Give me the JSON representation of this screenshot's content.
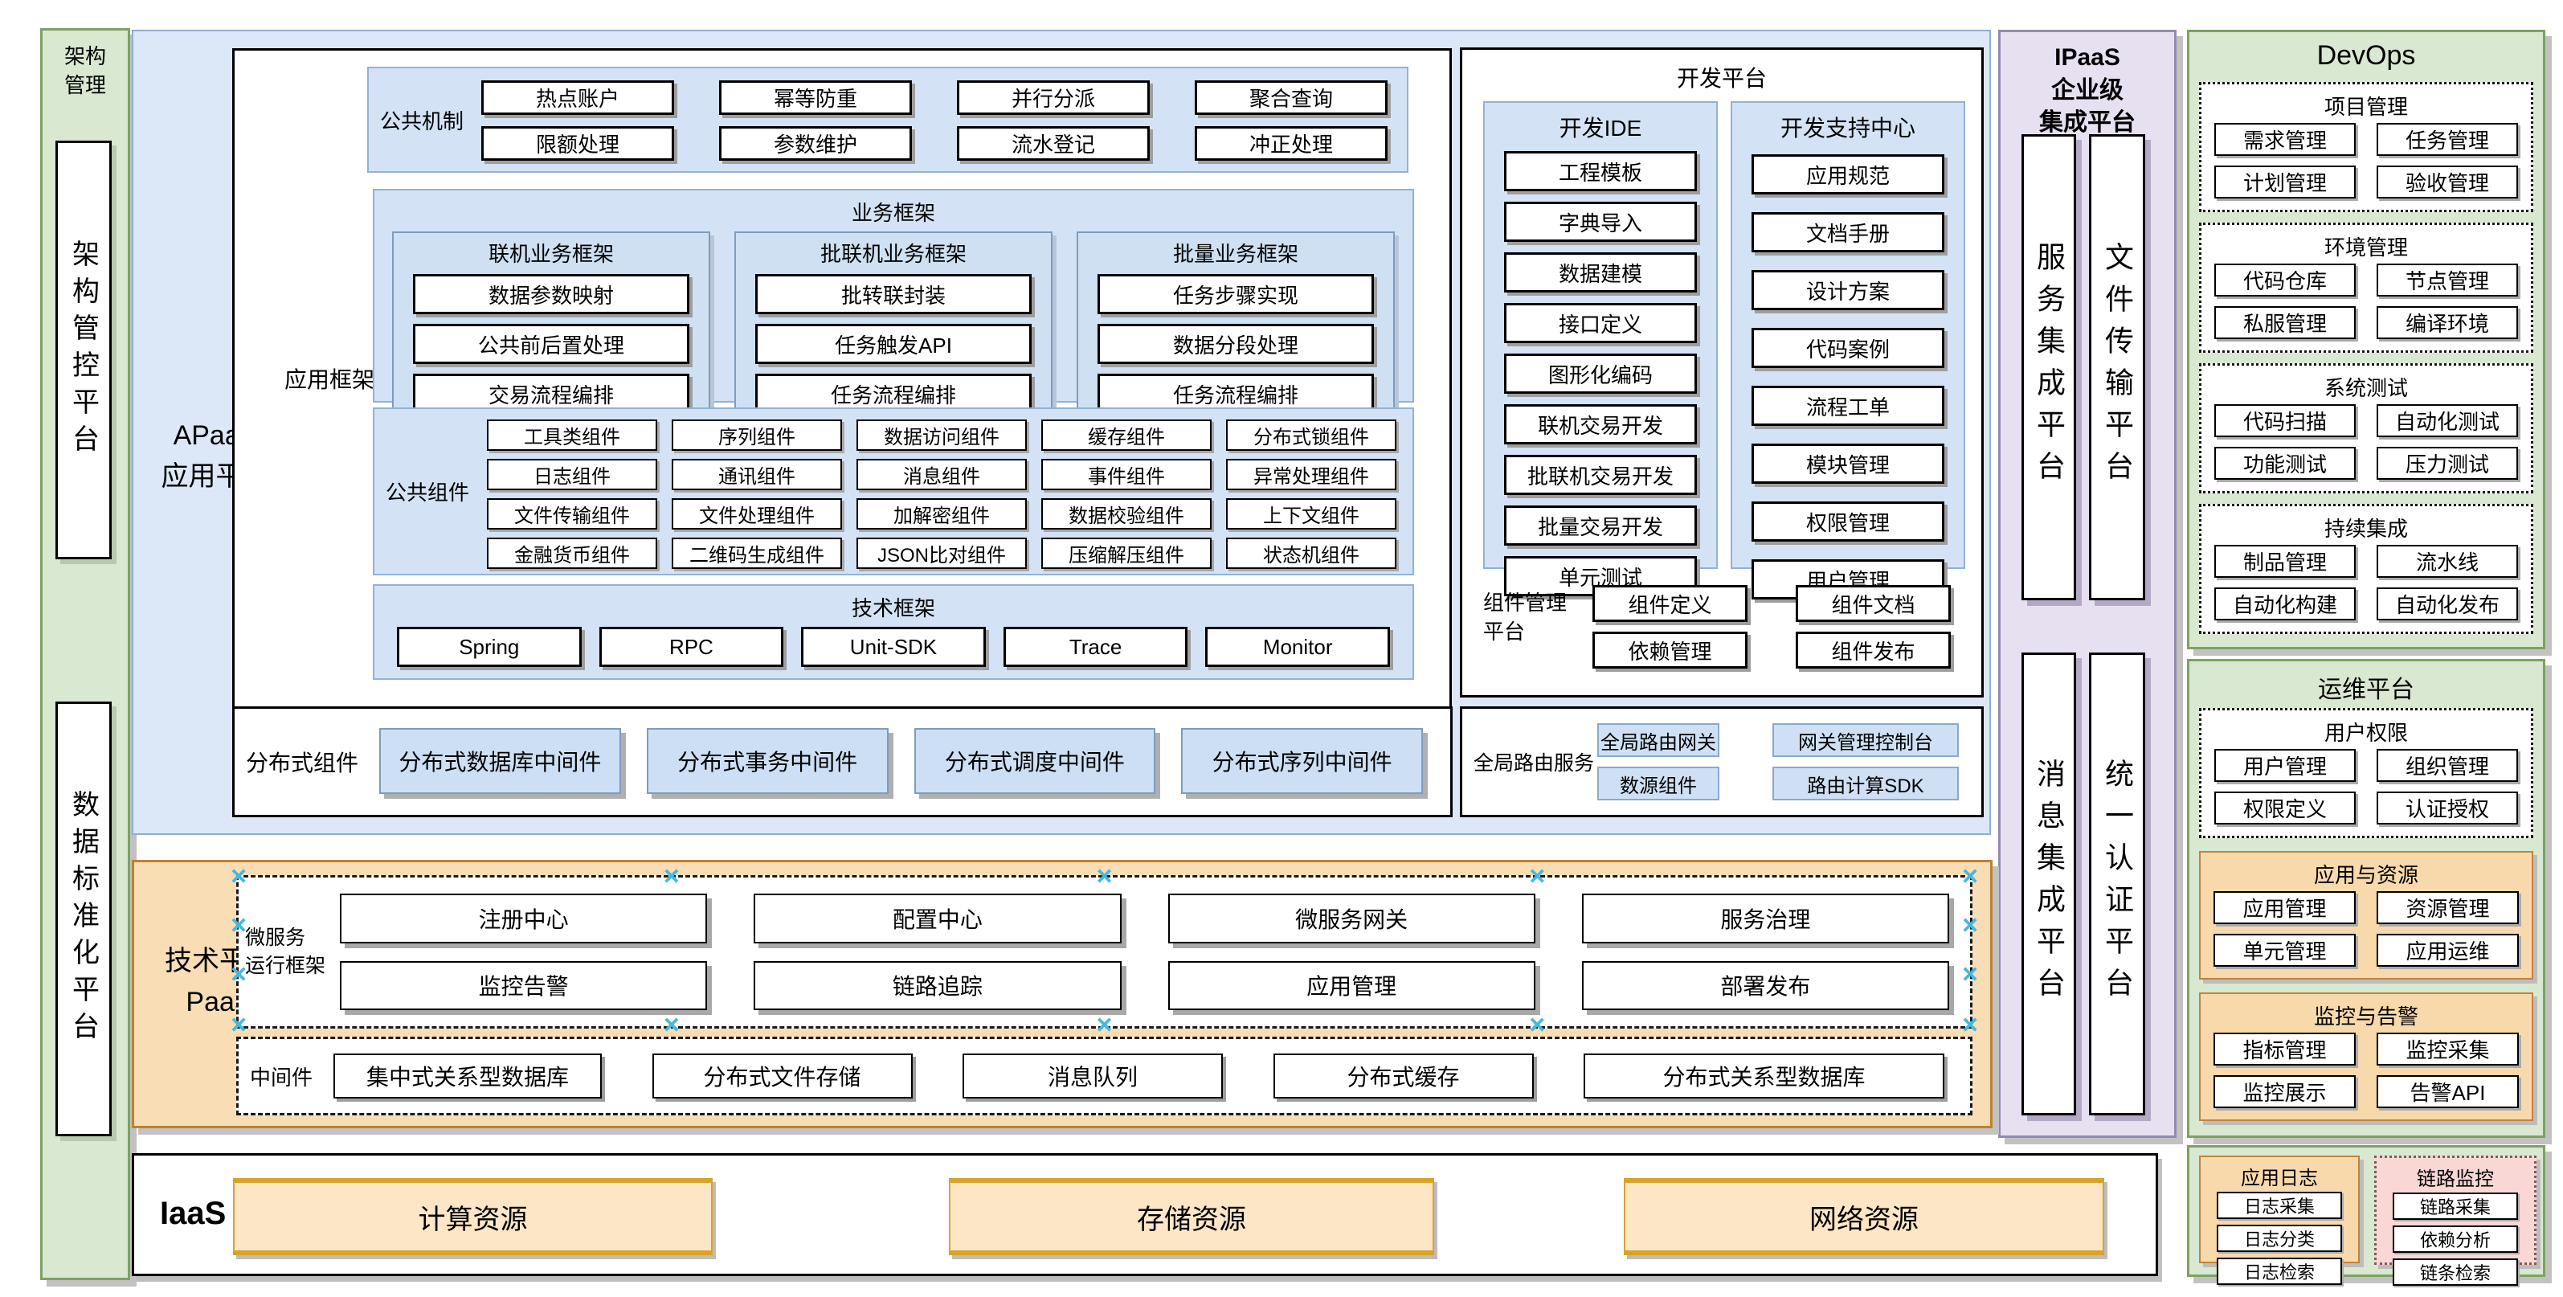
{
  "sidebar": {
    "title_l1": "架构",
    "title_l2": "管理",
    "items": [
      "架构管控平台",
      "数据标准化平台"
    ]
  },
  "apaas": {
    "label_l1": "APaaS",
    "label_l2": "应用平台",
    "app_frame_label": "应用框架",
    "common_mechanisms": {
      "label": "公共机制",
      "items": [
        "热点账户",
        "幂等防重",
        "并行分派",
        "聚合查询",
        "限额处理",
        "参数维护",
        "流水登记",
        "冲正处理"
      ]
    },
    "business_framework": {
      "title": "业务框架",
      "groups": [
        {
          "title": "联机业务框架",
          "items": [
            "数据参数映射",
            "公共前后置处理",
            "交易流程编排"
          ]
        },
        {
          "title": "批联机业务框架",
          "items": [
            "批转联封装",
            "任务触发API",
            "任务流程编排"
          ]
        },
        {
          "title": "批量业务框架",
          "items": [
            "任务步骤实现",
            "数据分段处理",
            "任务流程编排"
          ]
        }
      ]
    },
    "common_components": {
      "label": "公共组件",
      "items": [
        "工具类组件",
        "序列组件",
        "数据访问组件",
        "缓存组件",
        "分布式锁组件",
        "日志组件",
        "通讯组件",
        "消息组件",
        "事件组件",
        "异常处理组件",
        "文件传输组件",
        "文件处理组件",
        "加解密组件",
        "数据校验组件",
        "上下文组件",
        "金融货币组件",
        "二维码生成组件",
        "JSON比对组件",
        "压缩解压组件",
        "状态机组件"
      ]
    },
    "tech_framework": {
      "title": "技术框架",
      "items": [
        "Spring",
        "RPC",
        "Unit-SDK",
        "Trace",
        "Monitor"
      ]
    },
    "distributed": {
      "label": "分布式组件",
      "items": [
        "分布式数据库中间件",
        "分布式事务中间件",
        "分布式调度中间件",
        "分布式序列中间件"
      ]
    }
  },
  "dev_platform": {
    "title": "开发平台",
    "ide": {
      "title": "开发IDE",
      "items": [
        "工程模板",
        "字典导入",
        "数据建模",
        "接口定义",
        "图形化编码",
        "联机交易开发",
        "批联机交易开发",
        "批量交易开发",
        "单元测试"
      ]
    },
    "support": {
      "title": "开发支持中心",
      "items": [
        "应用规范",
        "文档手册",
        "设计方案",
        "代码案例",
        "流程工单",
        "模块管理",
        "权限管理",
        "用户管理"
      ]
    },
    "component_mgmt": {
      "label_l1": "组件管理",
      "label_l2": "平台",
      "items": [
        "组件定义",
        "组件文档",
        "依赖管理",
        "组件发布"
      ]
    }
  },
  "global_routing": {
    "label": "全局路由服务",
    "items": [
      "全局路由网关",
      "网关管理控制台",
      "数源组件",
      "路由计算SDK"
    ]
  },
  "ipaas": {
    "title_l1": "IPaaS",
    "title_l2": "企业级",
    "title_l3": "集成平台",
    "bars": [
      "服务集成平台",
      "文件传输平台",
      "消息集成平台",
      "统一认证平台"
    ]
  },
  "devops": {
    "title": "DevOps",
    "sections": [
      {
        "title": "项目管理",
        "items": [
          "需求管理",
          "任务管理",
          "计划管理",
          "验收管理"
        ]
      },
      {
        "title": "环境管理",
        "items": [
          "代码仓库",
          "节点管理",
          "私服管理",
          "编译环境"
        ]
      },
      {
        "title": "系统测试",
        "items": [
          "代码扫描",
          "自动化测试",
          "功能测试",
          "压力测试"
        ]
      },
      {
        "title": "持续集成",
        "items": [
          "制品管理",
          "流水线",
          "自动化构建",
          "自动化发布"
        ]
      }
    ]
  },
  "ops": {
    "title": "运维平台",
    "sections": [
      {
        "title": "用户权限",
        "items": [
          "用户管理",
          "组织管理",
          "权限定义",
          "认证授权"
        ]
      },
      {
        "title": "应用与资源",
        "items": [
          "应用管理",
          "资源管理",
          "单元管理",
          "应用运维"
        ]
      },
      {
        "title": "监控与告警",
        "items": [
          "指标管理",
          "监控采集",
          "监控展示",
          "告警API"
        ]
      }
    ]
  },
  "logs": {
    "app_log": {
      "title": "应用日志",
      "items": [
        "日志采集",
        "日志分类",
        "日志检索"
      ]
    },
    "trace": {
      "title": "链路监控",
      "items": [
        "链路采集",
        "依赖分析",
        "链条检索"
      ]
    }
  },
  "paas": {
    "label_l1": "技术平台",
    "label_l2": "PaaS",
    "microservice": {
      "label_l1": "微服务",
      "label_l2": "运行框架",
      "items": [
        "注册中心",
        "配置中心",
        "微服务网关",
        "服务治理",
        "监控告警",
        "链路追踪",
        "应用管理",
        "部署发布"
      ]
    },
    "middleware": {
      "label": "中间件",
      "items": [
        "集中式关系型数据库",
        "分布式文件存储",
        "消息队列",
        "分布式缓存",
        "分布式关系型数据库"
      ]
    }
  },
  "iaas": {
    "label": "IaaS",
    "items": [
      "计算资源",
      "存储资源",
      "网络资源"
    ]
  },
  "colors": {
    "blue_panel": "#dce8f7",
    "blue_box": "#cddff4",
    "green_panel": "#d9e8d1",
    "purple_panel": "#e7e0f1",
    "orange_panel": "#f8ddb5",
    "orange_section": "#f8d9ac",
    "pink_section": "#f8d7d5",
    "iaas_box_fill": "#fce6c6",
    "iaas_box_border": "#d9a32a",
    "selection_handle": "#45b8e0"
  }
}
